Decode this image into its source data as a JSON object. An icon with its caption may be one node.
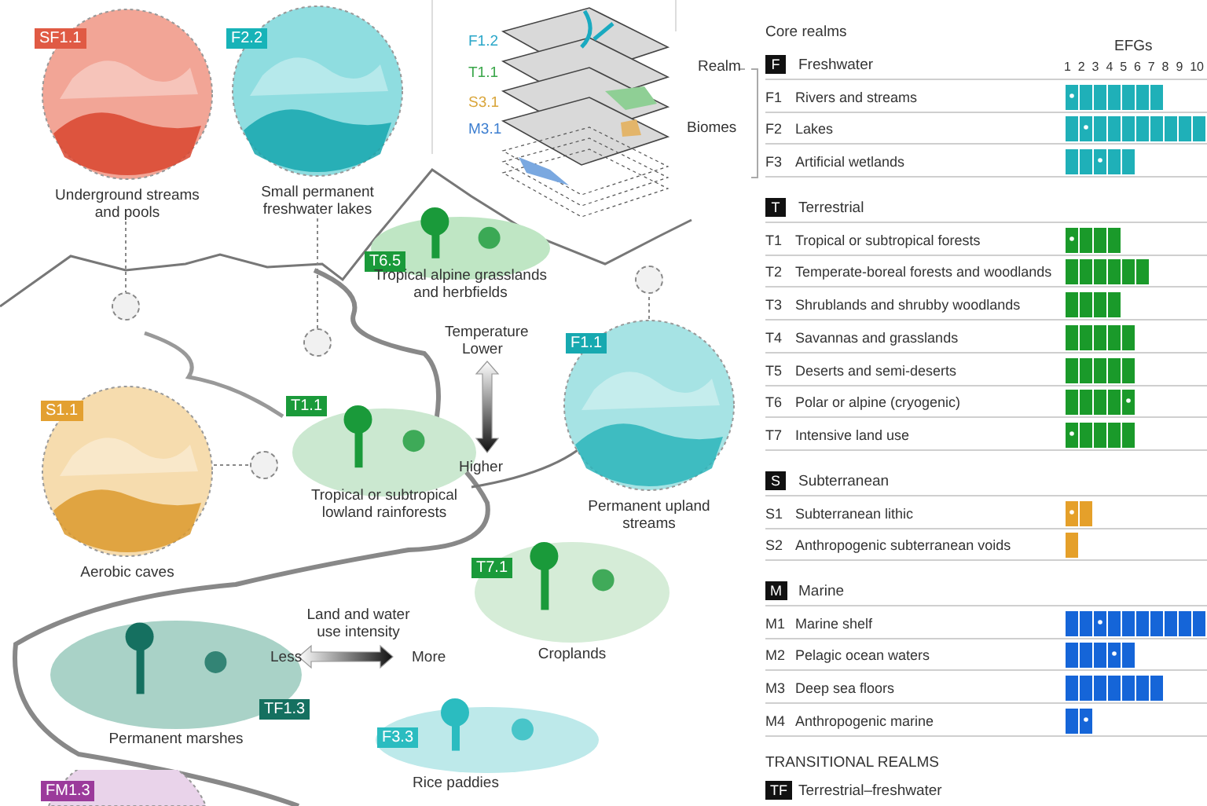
{
  "diagram": {
    "nodes": [
      {
        "text": [
          "SF1.1",
          "Underground streams and pools"
        ]
      },
      {
        "text": [
          "F2.2",
          "Small permanent freshwater lakes"
        ]
      },
      {
        "text": [],
        "shape": "circle"
      },
      {
        "text": [],
        "shape": "circle"
      },
      {
        "text": [
          "T6.5",
          "Tropical alpine grasslands and herbfields"
        ]
      },
      {
        "text": [
          "F1.1",
          "Permanent upland streams"
        ]
      },
      {
        "text": [],
        "shape": "circle"
      },
      {
        "text": [
          "S1.1",
          "Aerobic caves"
        ]
      },
      {
        "text": [],
        "shape": "circle"
      },
      {
        "text": [
          "T1.1",
          "Tropical or subtropical lowland rainforests"
        ]
      },
      {
        "text": [
          "T7.1",
          "Croplands"
        ]
      },
      {
        "text": [
          "TF1.3",
          "Permanent marshes"
        ]
      },
      {
        "text": [
          "F3.3",
          "Rice paddies"
        ]
      },
      {
        "text": [
          "FM1.3"
        ]
      }
    ],
    "edges": [
      {
        "from": 0,
        "to": 2,
        "arrow": "none",
        "style": "dashed"
      },
      {
        "from": 1,
        "to": 3,
        "arrow": "none",
        "style": "dashed"
      },
      {
        "from": 5,
        "to": 6,
        "arrow": "none",
        "style": "dashed"
      },
      {
        "from": 7,
        "to": 8,
        "arrow": "none",
        "style": "dashed"
      }
    ],
    "labels": [
      "F1.2",
      "T1.1",
      "S3.1",
      "M3.1",
      "Temperature",
      "Lower",
      "Higher",
      "Land and water use intensity",
      "Less",
      "More",
      "Core realms",
      "EFGs",
      "Realm",
      "F",
      "Freshwater",
      "1",
      "2",
      "3",
      "4",
      "5",
      "6",
      "7",
      "8",
      "9",
      "10",
      "F1",
      "Rivers and streams",
      "Biomes",
      "F2",
      "Lakes",
      "F3",
      "Artificial wetlands",
      "T",
      "Terrestrial",
      "T1",
      "Tropical or subtropical forests",
      "T2",
      "Temperate-boreal forests and woodlands",
      "T3",
      "Shrublands and shrubby woodlands",
      "T4",
      "Savannas and grasslands",
      "T5",
      "Deserts and semi-deserts",
      "T6",
      "Polar or alpine (cryogenic)",
      "T7",
      "Intensive land use",
      "S",
      "Subterranean",
      "S1",
      "Subterranean lithic",
      "S2",
      "Anthropogenic subterranean voids",
      "M",
      "Marine",
      "M1",
      "Marine shelf",
      "M2",
      "Pelagic ocean waters",
      "M3",
      "Deep sea floors",
      "M4",
      "Anthropogenic marine",
      "TRANSITIONAL REALMS",
      "TF",
      "Terrestrial–freshwater"
    ]
  }
}
